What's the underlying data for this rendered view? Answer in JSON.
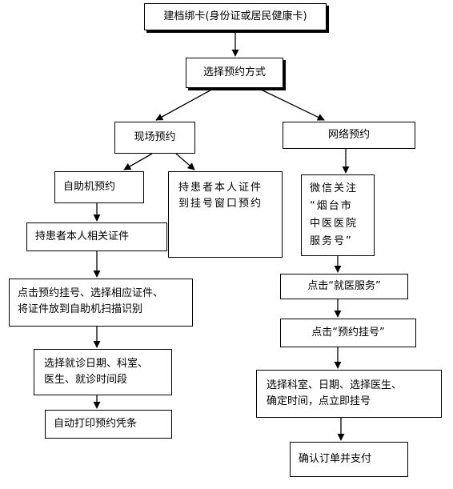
{
  "nodes": {
    "register_card": "建档绑卡(身份证或居民健康卡)",
    "choose_method": "选择预约方式",
    "onsite": "现场预约",
    "online": "网络预约",
    "kiosk": "自助机预约",
    "window": "持患者本人证件\n到挂号窗口预约",
    "wechat": "微信关注\n“烟台市\n中医医院\n服务号”",
    "hold_id": "持患者本人相关证件",
    "kiosk_scan": "点击预约挂号、选择相应证件、\n将证件放到自助机扫描识别",
    "click_service": "点击“就医服务”",
    "click_booking": "点击“预约挂号”",
    "select_date": "选择就诊日期、科室、\n医生、就诊时间段",
    "print": "自动打印预约凭条",
    "select_dept": "选择科室、日期、选择医生、\n确定时间，点立即挂号",
    "confirm_pay": "确认订单并支付"
  }
}
